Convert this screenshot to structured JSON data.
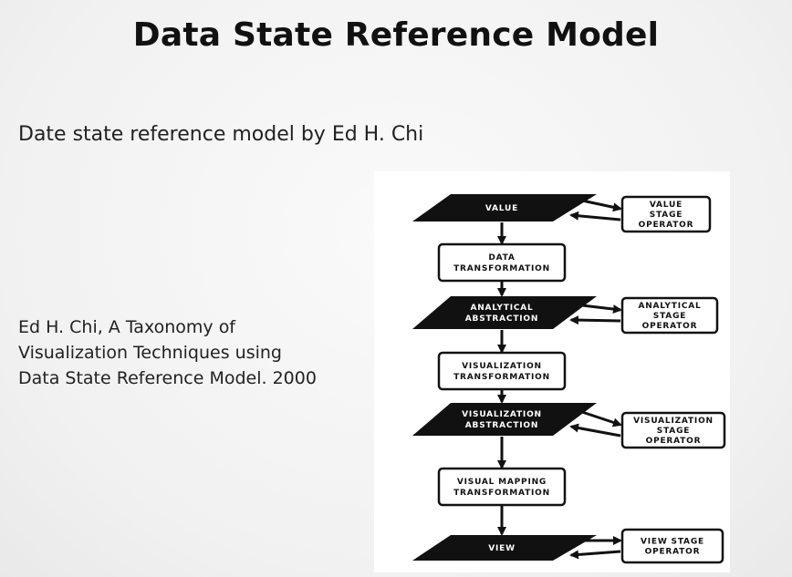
{
  "title": "Data State Reference Model",
  "subtitle": "Date state reference model by Ed H. Chi",
  "citation": {
    "line1": "Ed H. Chi, A Taxonomy of",
    "line2": "Visualization Techniques using",
    "line3": "Data State Reference Model. 2000"
  },
  "diagram": {
    "states": [
      {
        "lines": [
          "VALUE"
        ]
      },
      {
        "lines": [
          "ANALYTICAL",
          "ABSTRACTION"
        ]
      },
      {
        "lines": [
          "VISUALIZATION",
          "ABSTRACTION"
        ]
      },
      {
        "lines": [
          "VIEW"
        ]
      }
    ],
    "transformations": [
      {
        "lines": [
          "DATA",
          "TRANSFORMATION"
        ]
      },
      {
        "lines": [
          "VISUALIZATION",
          "TRANSFORMATION"
        ]
      },
      {
        "lines": [
          "VISUAL MAPPING",
          "TRANSFORMATION"
        ]
      }
    ],
    "operators": [
      {
        "lines": [
          "VALUE",
          "STAGE",
          "OPERATOR"
        ]
      },
      {
        "lines": [
          "ANALYTICAL",
          "STAGE",
          "OPERATOR"
        ]
      },
      {
        "lines": [
          "VISUALIZATION",
          "STAGE",
          "OPERATOR"
        ]
      },
      {
        "lines": [
          "VIEW STAGE",
          "OPERATOR"
        ]
      }
    ],
    "colors": {
      "state_fill": "#111111",
      "box_stroke": "#111111",
      "box_fill": "#ffffff"
    }
  }
}
